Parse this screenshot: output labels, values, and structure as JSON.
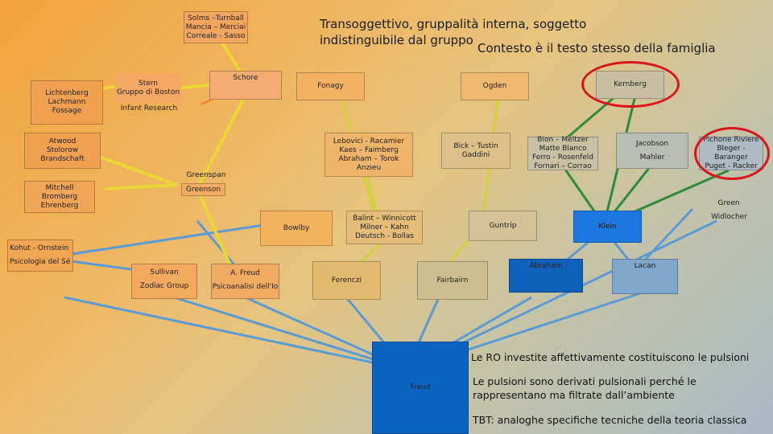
{
  "headings": {
    "title_line1": "Transoggettivo, gruppalità interna, soggetto",
    "title_line2": "indistinguibile dal gruppo",
    "subtitle": "Contesto è il testo stesso della famiglia"
  },
  "nodes": {
    "solms": [
      "Solms –Turnball",
      "Mancia – Merciai",
      "Correale - Sasso"
    ],
    "lichtenberg": [
      "Lichtenberg",
      "Lachmann",
      "Fossage"
    ],
    "stern": [
      "Stern",
      "Gruppo di Boston"
    ],
    "infant_research": "Infant Research",
    "schore": "Schore",
    "fonagy": "Fonagy",
    "ogden": "Ogden",
    "kernberg": "Kernberg",
    "atwood": [
      "Atwood",
      "Stolorow",
      "Brandschaft"
    ],
    "lebovici": [
      "Lebovici - Racamier",
      "Kaes – Faimberg",
      "Abraham – Torok",
      "Anzieu"
    ],
    "bick": [
      "Bick – Tustin",
      "Gaddini"
    ],
    "bion": [
      "Bion – Meltzer",
      "Matte Blanco",
      "Ferro - Rosenfeld",
      "Fornari – Corrao"
    ],
    "jacobson": [
      "Jacobson",
      "Mahler"
    ],
    "pichone": [
      "Pichone Riviere",
      "Bleger - Baranger",
      "Puget - Racker"
    ],
    "greenspan": "Greenspan",
    "greenson": "Greenson",
    "mitchell": [
      "Mitchell",
      "Bromberg",
      "Ehrenberg"
    ],
    "green": "Green",
    "widlocher": "Widlocher",
    "bowlby": "Bowlby",
    "balint": [
      "Balint – Winnicott",
      "Milner – Kahn",
      "Deutsch - Bollas"
    ],
    "guntrip": "Guntrip",
    "klein": "Klein",
    "kohut": [
      "Kohut - Ornstein",
      "Psicologia del Sé"
    ],
    "sullivan": [
      "Sullivan",
      "Zodiac Group"
    ],
    "afreud": [
      "A. Freud",
      "Psicoanalisi dell'Io"
    ],
    "ferenczi": "Ferenczi",
    "fairbairn": "Fairbairn",
    "abraham": "Abraham",
    "lacan": "Lacan",
    "freud": "Freud"
  },
  "notes": {
    "ro": "Le RO investite affettivamente costituiscono le pulsioni",
    "pulsioni_line1": "Le pulsioni sono derivati pulsionali perché le",
    "pulsioni_line2": "rappresentano ma filtrate dall’ambiente",
    "tbt": "TBT: analoghe specifiche tecniche della teoria classica"
  },
  "colors": {
    "link_blue": "#5b9bd5",
    "link_green": "#2e8b3a",
    "link_yellow": "#e9d733",
    "link_orange": "#f28a28",
    "highlight_red": "#d9141a",
    "freud_blue": "#0a63c0"
  }
}
